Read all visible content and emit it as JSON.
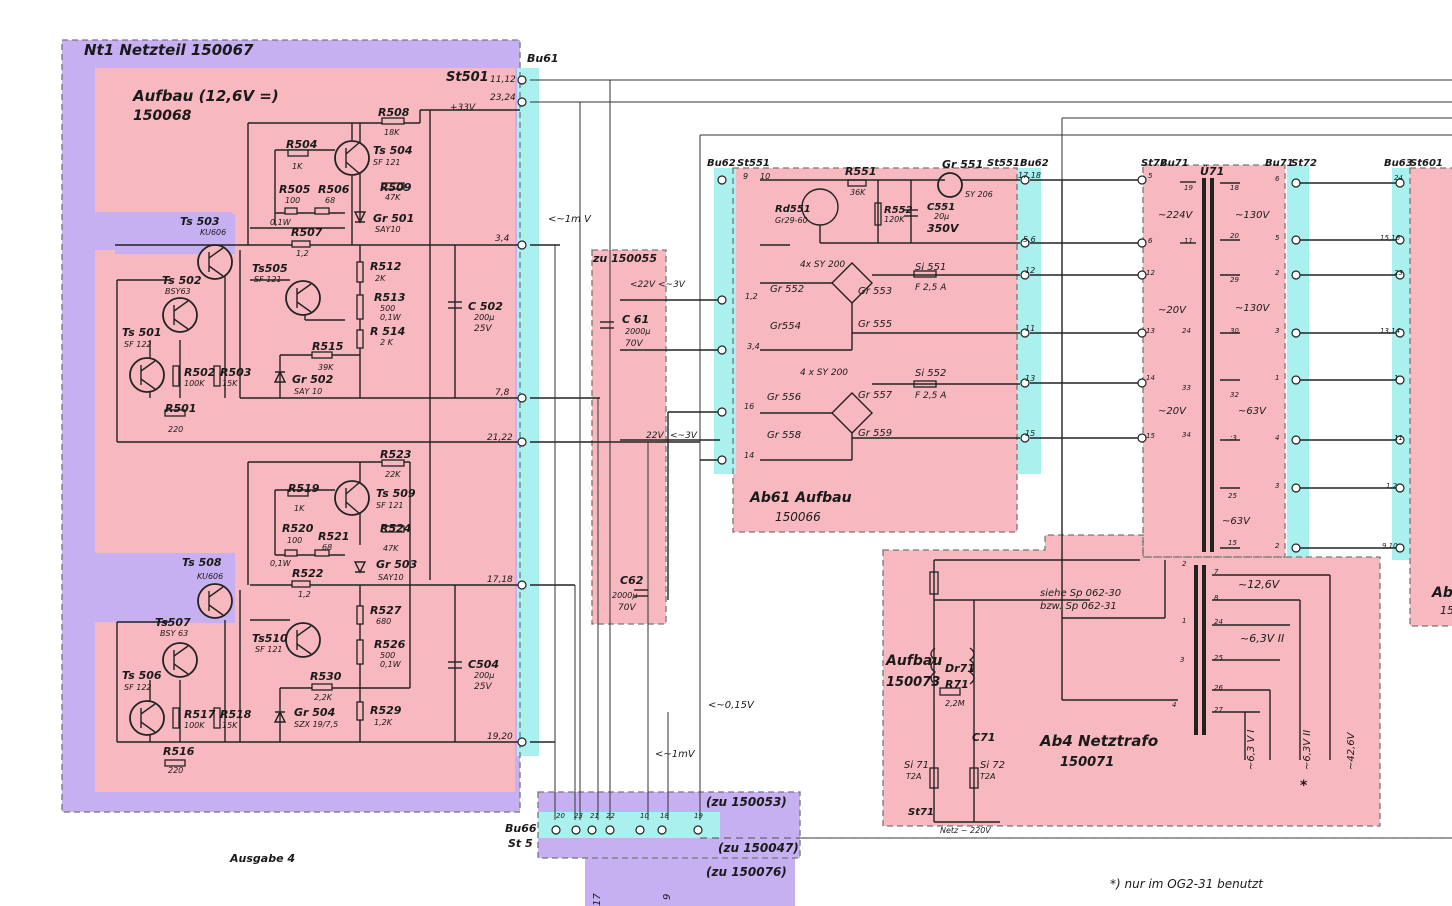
{
  "nt1": {
    "title": "Nt1 Netzteil 150067",
    "aufbau_title": "Aufbau (12,6V =)",
    "aufbau_number": "150068",
    "plug": "St501",
    "socket": "Bu61",
    "plus_voltage": "+33V",
    "pins": [
      "11,12",
      "23,24",
      "3,4",
      "7,8",
      "21,22",
      "17,18",
      "19,20"
    ],
    "upper": {
      "ts503": "Ts 503",
      "ts503_type": "KU606",
      "ts502": "Ts 502",
      "ts502_type": "BSY63",
      "ts501": "Ts 501",
      "ts501_type": "SF 122",
      "ts504": "Ts 504",
      "ts504_type": "SF 121",
      "ts505": "Ts505",
      "ts505_type": "SF 121",
      "r501": "R501",
      "r501_val": "220",
      "r502": "R502",
      "r502_val": "100K",
      "r503": "R503",
      "r503_val": "15K",
      "r504": "R504",
      "r504_val": "1K",
      "r505": "R505",
      "r505_val": "100",
      "r506": "R506",
      "r506_val": "68",
      "r507": "R507",
      "r507_val": "1,2",
      "r508": "R508",
      "r508_val": "18K",
      "r509": "R509",
      "r509_val": "47K",
      "gr501": "Gr 501",
      "gr501_type": "SAY10",
      "r512": "R512",
      "r512_val": "2K",
      "r513": "R513",
      "r513_val": "500",
      "r513_w": "0,1W",
      "r514": "R 514",
      "r514_val": "2 K",
      "r515": "R515",
      "r515_val": "39K",
      "gr502": "Gr 502",
      "gr502_type": "SAY 10",
      "c502": "C 502",
      "c502_val": "200µ",
      "c502_v": "25V",
      "w01": "0,1W"
    },
    "lower": {
      "ts508": "Ts 508",
      "ts508_type": "KU606",
      "ts507": "Ts507",
      "ts507_type": "BSY 63",
      "ts506": "Ts 506",
      "ts506_type": "SF 122",
      "ts509": "Ts 509",
      "ts509_type": "SF 121",
      "ts510": "Ts510",
      "ts510_type": "SF 121",
      "r516": "R516",
      "r516_val": "220",
      "r517": "R517",
      "r517_val": "100K",
      "r518": "R518",
      "r518_val": "15K",
      "r519": "R519",
      "r519_val": "1K",
      "r520": "R520",
      "r520_val": "100",
      "r521": "R521",
      "r521_val": "68",
      "r522": "R522",
      "r522_val": "1,2",
      "r523": "R523",
      "r523_val": "22K",
      "r524": "R524",
      "r524_val": "47K",
      "gr503": "Gr 503",
      "gr503_type": "SAY10",
      "r527": "R527",
      "r527_val": "680",
      "r526": "R526",
      "r526_val": "500",
      "r526_w": "0,1W",
      "r530": "R530",
      "r530_val": "2,2K",
      "gr504": "Gr 504",
      "gr504_type": "SZX 19/7,5",
      "r529": "R529",
      "r529_val": "1,2K",
      "c504": "C504",
      "c504_val": "200µ",
      "c504_v": "25V",
      "w01": "0,1W"
    }
  },
  "signals": {
    "ripple_1mv_top": "<~1m V",
    "ripple_015v": "<~0,15V",
    "ripple_1mv_bottom": "<~1mV"
  },
  "filter": {
    "ref": "zu 150055",
    "v1": "<22V",
    "v1b": "<~3V",
    "c61": "C 61",
    "c61_val": "2000µ",
    "c61_v": "70V",
    "v2": "22V",
    "v2b": "<~3V",
    "c62": "C62",
    "c62_val": "2000µ",
    "c62_v": "70V"
  },
  "ab61": {
    "title": "Ab61 Aufbau",
    "number": "150066",
    "bu62": "Bu62",
    "st551": "St551",
    "pins_left": [
      "9",
      "10",
      "1,2",
      "3,4",
      "16",
      "14"
    ],
    "pins_right": [
      "17,18",
      "5,6",
      "12",
      "11",
      "13",
      "15"
    ],
    "rd551": "Rd551",
    "rd551_type": "Gr29-60",
    "r551": "R551",
    "r551_val": "36K",
    "r552": "R552",
    "r552_val": "120K",
    "c551": "C551",
    "c551_val": "20µ",
    "c551_v": "350V",
    "gr551": "Gr 551",
    "gr551_type": "SY 206",
    "bridge1": "4x SY 200",
    "gr552": "Gr 552",
    "gr553": "Gr 553",
    "gr554": "Gr554",
    "gr555": "Gr 555",
    "si551": "Si 551",
    "si551_val": "F 2,5 A",
    "bridge2": "4 x SY 200",
    "gr556": "Gr 556",
    "gr557": "Gr 557",
    "gr558": "Gr 558",
    "gr559": "Gr 559",
    "si552": "Si 552",
    "si552_val": "F 2,5 A"
  },
  "trafo": {
    "st72": "St72",
    "bu71": "Bu71",
    "u71": "Ü71",
    "bu71b": "Bu71",
    "st72b": "St72",
    "windings": [
      "~224V",
      "~20V",
      "~20V",
      "~130V",
      "~130V",
      "~63V",
      "~63V"
    ],
    "pins_l": [
      "5",
      "6",
      "12",
      "13",
      "14",
      "15"
    ],
    "prim": [
      "19",
      "11",
      "24",
      "33",
      "34"
    ],
    "sec": [
      "18",
      "20",
      "29",
      "30",
      "32",
      ";3",
      "25",
      "15"
    ],
    "pins_r": [
      "6",
      "5",
      "2",
      "3",
      "1",
      "4",
      "3",
      "2"
    ],
    "w12_6": "~12,6V",
    "w6_3": "~6,3V II",
    "sec2": [
      "7",
      "8",
      "24",
      "25",
      "26",
      "27"
    ],
    "prim2": [
      "2",
      "1",
      "3",
      "4"
    ]
  },
  "ab4": {
    "title": "Ab4 Netztrafo",
    "number": "150071",
    "aufbau": "Aufbau",
    "aufbau_number": "150073",
    "note1": "siehe Sp 062-30",
    "note2": "bzw. Sp 062-31",
    "dr71": "Dr71",
    "r71": "R71",
    "r71_val": "2,2M",
    "c71": "C71",
    "si71": "Si 71",
    "si71_val": "T2A",
    "si72": "Si 72",
    "si72_val": "T2A",
    "st71": "St71",
    "mains": "Netz ~ 220V",
    "out": [
      "~6,3 V I",
      "~6,3V II",
      "~42,6V"
    ],
    "star": "*"
  },
  "right": {
    "bu63": "Bu63",
    "st601": "St601",
    "pins": [
      "24",
      "15,16",
      "23",
      "13,14",
      "1",
      "11",
      "1,2",
      "9,10"
    ],
    "partial_title": "Ab",
    "partial_number": "15"
  },
  "bottom": {
    "bu66": "Bu66",
    "st5": "St 5",
    "pins": [
      "20",
      "23",
      "21",
      "22",
      "10",
      "18",
      "19"
    ],
    "ref_150053": "(zu 150053)",
    "ref_150047": "(zu 150047)",
    "ref_150076": "(zu 150076)",
    "ausgabe": "Ausgabe 4",
    "footnote": "*) nur im OG2-31 benutzt",
    "pin_partial": "17",
    "pin_partial2": "9"
  }
}
